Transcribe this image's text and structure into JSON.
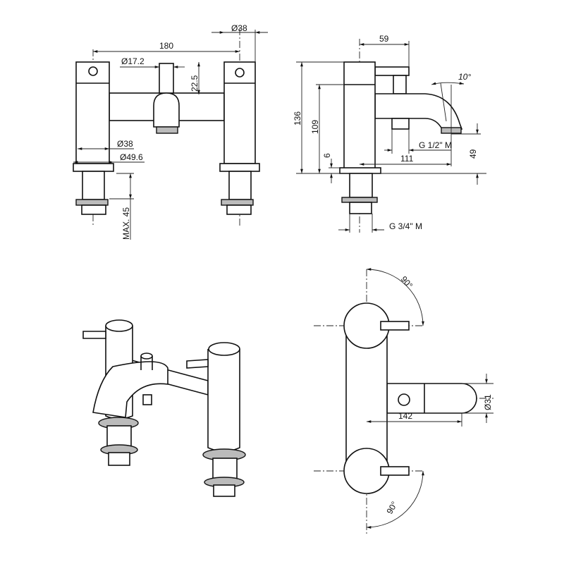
{
  "front_view": {
    "width": "180",
    "pillar_diameter_top": "Ø38",
    "spout_diameter": "Ø17.2",
    "spout_height": "22.5",
    "pillar_diameter": "Ø38",
    "flange_diameter": "Ø49.6",
    "max_deck": "MAX. 45"
  },
  "side_view": {
    "handle_offset": "59",
    "angle": "10°",
    "total_height": "136",
    "body_height": "109",
    "flange_height": "6",
    "spout_reach": "111",
    "spout_thread": "G 1/2\" M",
    "spout_height": "49",
    "inlet_thread": "G 3/4\" M"
  },
  "top_view": {
    "rotation_top": "90°",
    "rotation_bottom": "90°",
    "spout_diameter": "Ø31",
    "spout_length": "142"
  },
  "colors": {
    "line": "#111111",
    "background": "#ffffff"
  }
}
